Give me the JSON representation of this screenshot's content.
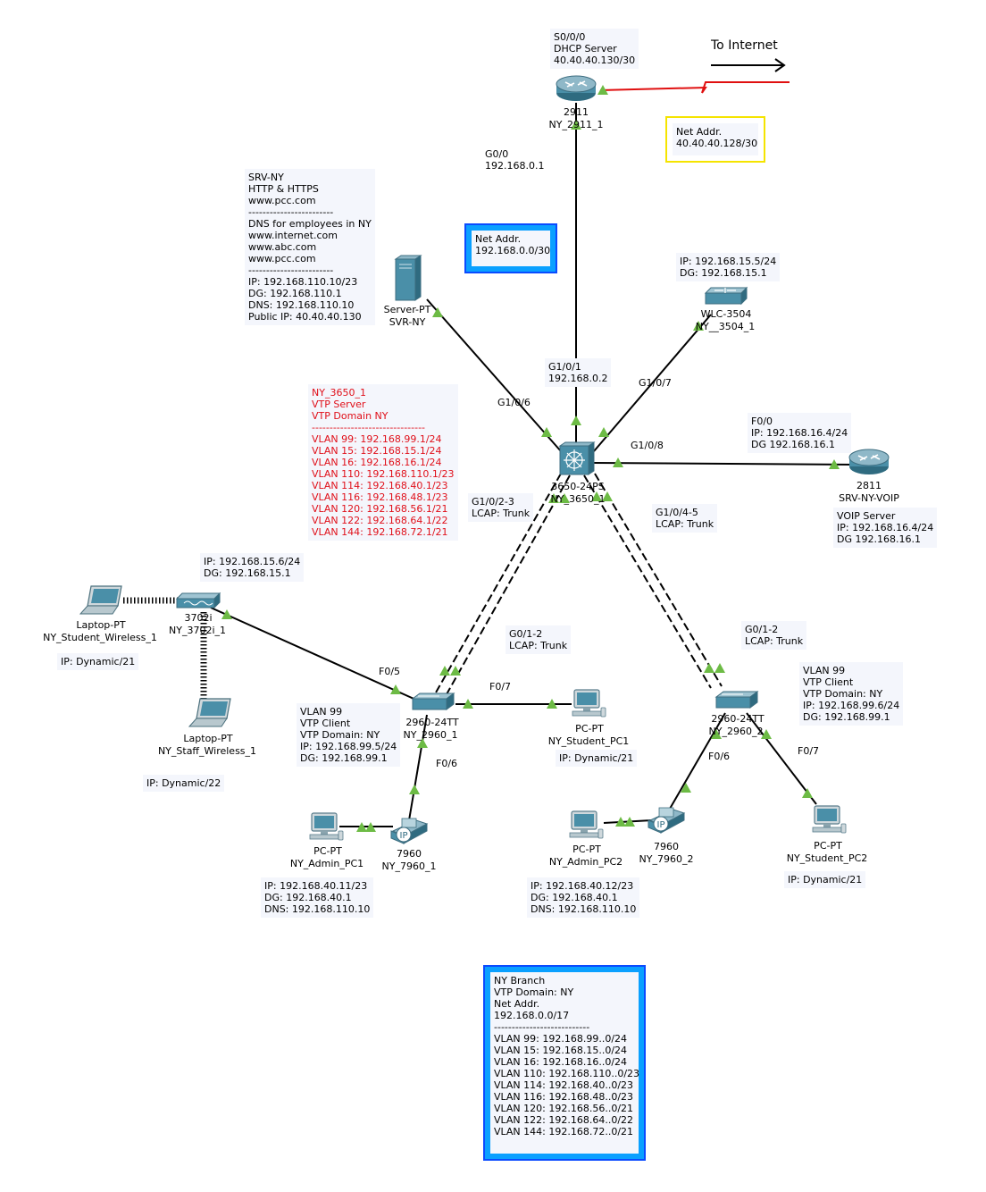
{
  "colors": {
    "link": "#000000",
    "wan_link": "#e01010",
    "port_up": "#6dbb45",
    "device_blue": "#4a8fa8",
    "note_bg": "#f4f6fc",
    "vlan_text": "#e0101a",
    "net_box_yellow": "#f5e400",
    "net_box_blue": "#0aa0ff"
  },
  "internet": {
    "label": "To Internet"
  },
  "router_top": {
    "model": "2911",
    "name": "NY_2911_1",
    "s000_note": "S0/0/0\nDHCP Server\n40.40.40.130/30",
    "g00_label": "G0/0\n192.168.0.1",
    "icon": "router-icon"
  },
  "wan_net_box": {
    "text": "Net Addr.\n40.40.40.128/30"
  },
  "lan_net_box": {
    "text": "Net Addr.\n192.168.0.0/30"
  },
  "server": {
    "model": "Server-PT",
    "name": "SVR-NY",
    "note": "SRV-NY\nHTTP & HTTPS\nwww.pcc.com\n------------------------\nDNS for employees in NY\nwww.internet.com\nwww.abc.com\nwww.pcc.com\n------------------------\nIP: 192.168.110.10/23\nDG: 192.168.110.1\nDNS: 192.168.110.10\nPublic IP: 40.40.40.130",
    "port": "G1/0/6"
  },
  "wlc": {
    "model": "WLC-3504",
    "name": "NY__3504_1",
    "note": "IP: 192.168.15.5/24\nDG: 192.168.15.1",
    "port": "G1/0/7"
  },
  "core": {
    "model": "3650-24PS",
    "name": "NY_3650_1",
    "vlan_note": "NY_3650_1\nVTP Server\nVTP Domain NY\n--------------------------------\nVLAN 99: 192.168.99.1/24\nVLAN 15: 192.168.15.1/24\nVLAN 16: 192.168.16.1/24\nVLAN 110: 192.168.110.1/23\nVLAN 114: 192.168.40.1/23\nVLAN 116: 192.168.48.1/23\nVLAN 120: 192.168.56.1/21\nVLAN 122: 192.168.64.1/22\nVLAN 144: 192.168.72.1/21",
    "uplink_label": "G1/0/1\n192.168.0.2",
    "trunk1_label": "G1/0/2-3\nLCAP: Trunk",
    "trunk2_label": "G1/0/4-5\nLCAP: Trunk",
    "voip_port": "G1/0/8"
  },
  "voip_router": {
    "model": "2811",
    "name": "SRV-NY-VOIP",
    "f00_note": "F0/0\nIP: 192.168.16.4/24\nDG 192.168.16.1",
    "voip_note": "VOIP Server\nIP: 192.168.16.4/24\nDG 192.168.16.1"
  },
  "ap": {
    "model": "3702i",
    "name": "NY_3702i_1",
    "note": "IP: 192.168.15.6/24\nDG: 192.168.15.1",
    "port": "F0/5"
  },
  "laptop_student": {
    "model": "Laptop-PT",
    "name": "NY_Student_Wireless_1",
    "ip": "IP: Dynamic/21"
  },
  "laptop_staff": {
    "model": "Laptop-PT",
    "name": "NY_Staff_Wireless_1",
    "ip": "IP: Dynamic/22"
  },
  "sw1": {
    "model": "2960-24TT",
    "name": "NY_2960_1",
    "note": "VLAN 99\nVTP Client\nVTP Domain: NY\nIP: 192.168.99.5/24\nDG: 192.168.99.1",
    "trunk_label": "G0/1-2\nLCAP: Trunk",
    "f07": "F0/7",
    "f06": "F0/6"
  },
  "sw2": {
    "model": "2960-24TT",
    "name": "NY_2960_2",
    "note": "VLAN 99\nVTP Client\nVTP Domain: NY\nIP: 192.168.99.6/24\nDG: 192.168.99.1",
    "trunk_label": "G0/1-2\nLCAP: Trunk",
    "f06": "F0/6",
    "f07": "F0/7"
  },
  "student_pc1": {
    "model": "PC-PT",
    "name": "NY_Student_PC1",
    "ip": "IP: Dynamic/21"
  },
  "student_pc2": {
    "model": "PC-PT",
    "name": "NY_Student_PC2",
    "ip": "IP: Dynamic/21"
  },
  "phone1": {
    "model": "7960",
    "name": "NY_7960_1"
  },
  "phone2": {
    "model": "7960",
    "name": "NY_7960_2"
  },
  "admin_pc1": {
    "model": "PC-PT",
    "name": "NY_Admin_PC1",
    "note": "IP: 192.168.40.11/23\nDG: 192.168.40.1\nDNS: 192.168.110.10"
  },
  "admin_pc2": {
    "model": "PC-PT",
    "name": "NY_Admin_PC2",
    "note": "IP: 192.168.40.12/23\nDG: 192.168.40.1\nDNS: 192.168.110.10"
  },
  "summary_box": {
    "text": "NY Branch\nVTP Domain: NY\nNet Addr.\n192.168.0.0/17\n---------------------------\nVLAN 99: 192.168.99..0/24\nVLAN 15: 192.168.15..0/24\nVLAN 16: 192.168.16..0/24\nVLAN 110: 192.168.110..0/23\nVLAN 114: 192.168.40..0/23\nVLAN 116: 192.168.48..0/23\nVLAN 120: 192.168.56..0/21\nVLAN 122: 192.168.64..0/22\nVLAN 144: 192.168.72..0/21"
  }
}
